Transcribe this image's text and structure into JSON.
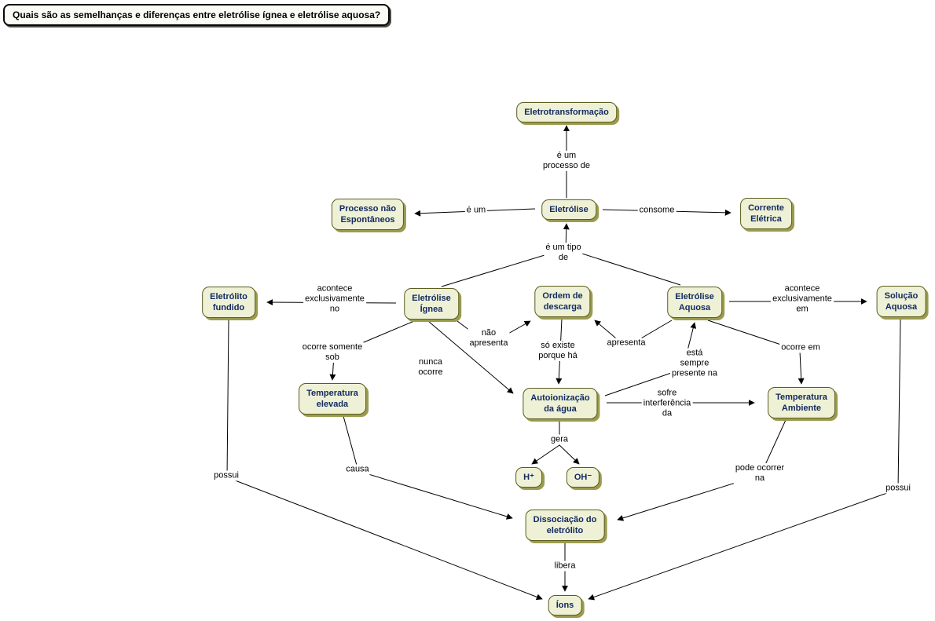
{
  "question": "Quais são as semelhanças e diferenças entre eletrólise ígnea e eletrólise aquosa?",
  "nodes": {
    "eletrotransformacao": "Eletrotransformação",
    "eletrolise": "Eletrólise",
    "processo_nao_espontaneos": "Processo não\nEspontâneos",
    "corrente_eletrica": "Corrente\nElétrica",
    "eletrolise_ignea": "Eletrólise\nÍgnea",
    "ordem_de_descarga": "Ordem de\ndescarga",
    "eletrolise_aquosa": "Eletrólise\nAquosa",
    "eletrolito_fundido": "Eletrólito\nfundido",
    "solucao_aquosa": "Solução\nAquosa",
    "temperatura_elevada": "Temperatura\nelevada",
    "autoionizacao_da_agua": "Autoionização\nda água",
    "temperatura_ambiente": "Temperatura\nAmbiente",
    "h_mais": "H⁺",
    "oh_menos": "OH⁻",
    "dissociacao_do_eletrolito": "Dissociação do\neletrólito",
    "ions": "Íons"
  },
  "links": {
    "e_um_processo_de": "é um\nprocesso de",
    "e_um": "é um",
    "consome": "consome",
    "e_um_tipo_de": "é um tipo\nde",
    "acontece_exclusivamente_no": "acontece\nexclusivamente\nno",
    "acontece_exclusivamente_em": "acontece\nexclusivamente\nem",
    "nao_apresenta": "não\napresenta",
    "so_existe_porque_ha": "só existe\nporque há",
    "apresenta": "apresenta",
    "ocorre_somente_sob": "ocorre somente\nsob",
    "nunca_ocorre": "nunca\nocorre",
    "esta_sempre_presente_na": "está\nsempre\npresente na",
    "ocorre_em": "ocorre em",
    "sofre_interferencia_da": "sofre\ninterferência\nda",
    "gera": "gera",
    "causa": "causa",
    "pode_ocorrer_na": "pode ocorrer\nna",
    "possui_esquerda": "possui",
    "possui_direita": "possui",
    "libera": "libera"
  },
  "edges": [
    {
      "from": "eletrolise",
      "label": "é um processo de",
      "to": "eletrotransformacao"
    },
    {
      "from": "eletrolise",
      "label": "é um",
      "to": "processo_nao_espontaneos"
    },
    {
      "from": "eletrolise",
      "label": "consome",
      "to": "corrente_eletrica"
    },
    {
      "from": "eletrolise_ignea",
      "label": "é um tipo de",
      "to": "eletrolise"
    },
    {
      "from": "eletrolise_aquosa",
      "label": "é um tipo de",
      "to": "eletrolise"
    },
    {
      "from": "eletrolise_ignea",
      "label": "acontece exclusivamente no",
      "to": "eletrolito_fundido"
    },
    {
      "from": "eletrolise_aquosa",
      "label": "acontece exclusivamente em",
      "to": "solucao_aquosa"
    },
    {
      "from": "eletrolise_ignea",
      "label": "não apresenta",
      "to": "ordem_de_descarga"
    },
    {
      "from": "eletrolise_aquosa",
      "label": "apresenta",
      "to": "ordem_de_descarga"
    },
    {
      "from": "ordem_de_descarga",
      "label": "só existe porque há",
      "to": "autoionizacao_da_agua"
    },
    {
      "from": "eletrolise_ignea",
      "label": "nunca ocorre",
      "to": "autoionizacao_da_agua"
    },
    {
      "from": "autoionizacao_da_agua",
      "label": "está sempre presente na",
      "to": "eletrolise_aquosa"
    },
    {
      "from": "eletrolise_aquosa",
      "label": "ocorre em",
      "to": "temperatura_ambiente"
    },
    {
      "from": "autoionizacao_da_agua",
      "label": "sofre interferência da",
      "to": "temperatura_ambiente"
    },
    {
      "from": "eletrolise_ignea",
      "label": "ocorre somente sob",
      "to": "temperatura_elevada"
    },
    {
      "from": "autoionizacao_da_agua",
      "label": "gera",
      "to": "h_mais"
    },
    {
      "from": "autoionizacao_da_agua",
      "label": "gera",
      "to": "oh_menos"
    },
    {
      "from": "temperatura_elevada",
      "label": "causa",
      "to": "dissociacao_do_eletrolito"
    },
    {
      "from": "temperatura_ambiente",
      "label": "pode ocorrer na",
      "to": "dissociacao_do_eletrolito"
    },
    {
      "from": "eletrolito_fundido",
      "label": "possui",
      "to": "ions"
    },
    {
      "from": "solucao_aquosa",
      "label": "possui",
      "to": "ions"
    },
    {
      "from": "dissociacao_do_eletrolito",
      "label": "libera",
      "to": "ions"
    }
  ],
  "colors": {
    "node_fill": "#eef1d6",
    "node_border": "#5c5c1e",
    "node_shadow": "#9b9b4f",
    "node_text": "#132a60",
    "edge_line": "#000000"
  }
}
